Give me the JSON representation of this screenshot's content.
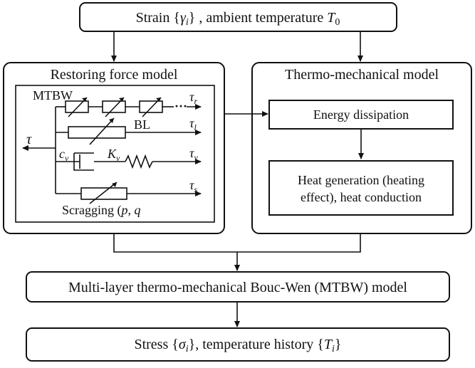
{
  "top_box": {
    "text_prefix": "Strain {",
    "gamma": "γ",
    "gamma_sub": "i",
    "text_mid": "} , ambient temperature ",
    "t_sym": "T",
    "t_sub": "0"
  },
  "restoring_model": {
    "title": "Restoring force model",
    "mtbw_label": "MTBW",
    "dots": "···",
    "tau": "τ",
    "tau_r_sub": "r",
    "tau_l_sub": "l",
    "tau_v_sub": "v",
    "tau_s_sub": "s",
    "bl_label": "BL",
    "cv_sym": "c",
    "cv_sub": "v",
    "kv_sym": "K",
    "kv_sub": "v",
    "scragging_prefix": "Scragging (",
    "scragging_p": "p",
    "scragging_comma": ", ",
    "scragging_q": "q"
  },
  "thermo_model": {
    "title": "Thermo-mechanical model",
    "energy_box": "Energy dissipation",
    "heat_line1": "Heat generation (heating",
    "heat_line2": "effect), heat conduction"
  },
  "mtbw_box": "Multi-layer thermo-mechanical Bouc-Wen (MTBW) model",
  "bottom_box": {
    "prefix": "Stress {",
    "sigma": "σ",
    "sigma_sub": "i",
    "mid": "}, temperature history {",
    "t_sym": "T",
    "t_sub": "i",
    "suffix": "}"
  }
}
